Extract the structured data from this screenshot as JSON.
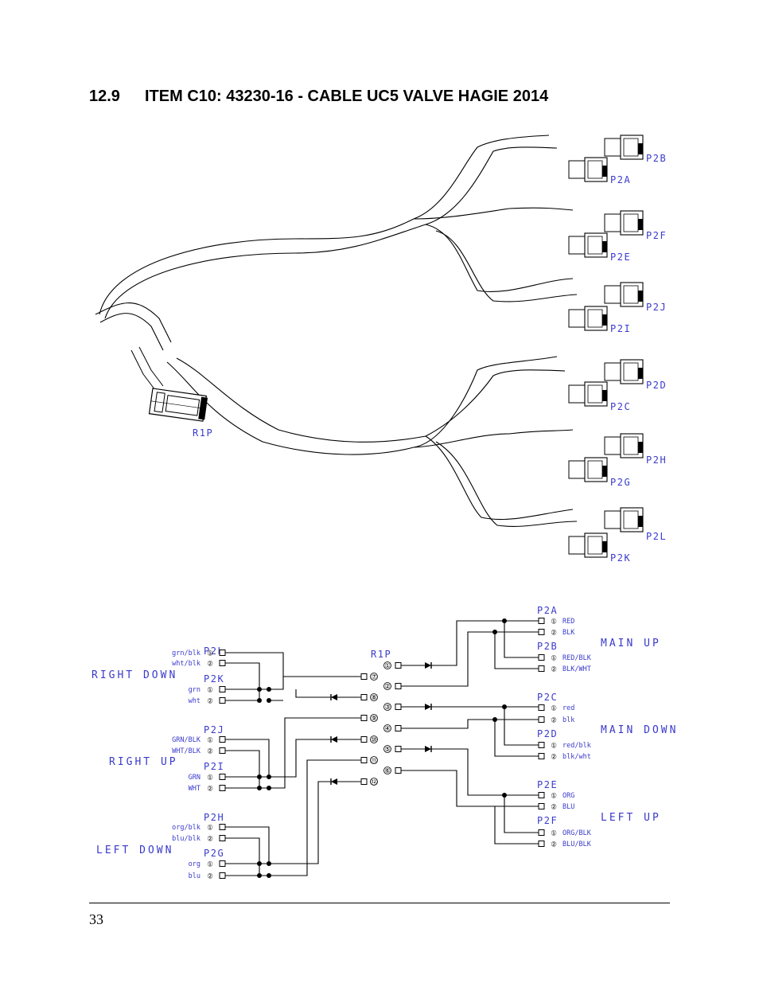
{
  "section": {
    "number": "12.9",
    "title": "ITEM C10:  43230-16 - CABLE UC5 VALVE HAGIE 2014"
  },
  "harness": {
    "main_connector": "R1P",
    "connectors": [
      "P2B",
      "P2A",
      "P2F",
      "P2E",
      "P2J",
      "P2I",
      "P2D",
      "P2C",
      "P2H",
      "P2G",
      "P2L",
      "P2K"
    ]
  },
  "schematic": {
    "main": {
      "label": "R1P",
      "pins": [
        "①",
        "②",
        "③",
        "④",
        "⑤",
        "⑥",
        "⑦",
        "⑧",
        "⑨",
        "⑩",
        "⑪",
        "⑫"
      ]
    },
    "left_groups": [
      {
        "name": "RIGHT DOWN",
        "connectors": [
          {
            "label": "P2L",
            "pins": [
              {
                "num": "①",
                "wire": "grn/blk"
              },
              {
                "num": "②",
                "wire": "wht/blk"
              }
            ]
          },
          {
            "label": "P2K",
            "pins": [
              {
                "num": "①",
                "wire": "grn"
              },
              {
                "num": "②",
                "wire": "wht"
              }
            ]
          }
        ]
      },
      {
        "name": "RIGHT UP",
        "connectors": [
          {
            "label": "P2J",
            "pins": [
              {
                "num": "①",
                "wire": "GRN/BLK"
              },
              {
                "num": "②",
                "wire": "WHT/BLK"
              }
            ]
          },
          {
            "label": "P2I",
            "pins": [
              {
                "num": "①",
                "wire": "GRN"
              },
              {
                "num": "②",
                "wire": "WHT"
              }
            ]
          }
        ]
      },
      {
        "name": "LEFT DOWN",
        "connectors": [
          {
            "label": "P2H",
            "pins": [
              {
                "num": "①",
                "wire": "org/blk"
              },
              {
                "num": "②",
                "wire": "blu/blk"
              }
            ]
          },
          {
            "label": "P2G",
            "pins": [
              {
                "num": "①",
                "wire": "org"
              },
              {
                "num": "②",
                "wire": "blu"
              }
            ]
          }
        ]
      }
    ],
    "right_groups": [
      {
        "name": "MAIN UP",
        "connectors": [
          {
            "label": "P2A",
            "pins": [
              {
                "num": "①",
                "wire": "RED"
              },
              {
                "num": "②",
                "wire": "BLK"
              }
            ]
          },
          {
            "label": "P2B",
            "pins": [
              {
                "num": "①",
                "wire": "RED/BLK"
              },
              {
                "num": "②",
                "wire": "BLK/WHT"
              }
            ]
          }
        ]
      },
      {
        "name": "MAIN DOWN",
        "connectors": [
          {
            "label": "P2C",
            "pins": [
              {
                "num": "①",
                "wire": "red"
              },
              {
                "num": "②",
                "wire": "blk"
              }
            ]
          },
          {
            "label": "P2D",
            "pins": [
              {
                "num": "①",
                "wire": "red/blk"
              },
              {
                "num": "②",
                "wire": "blk/wht"
              }
            ]
          }
        ]
      },
      {
        "name": "LEFT UP",
        "connectors": [
          {
            "label": "P2E",
            "pins": [
              {
                "num": "①",
                "wire": "ORG"
              },
              {
                "num": "②",
                "wire": "BLU"
              }
            ]
          },
          {
            "label": "P2F",
            "pins": [
              {
                "num": "①",
                "wire": "ORG/BLK"
              },
              {
                "num": "②",
                "wire": "BLU/BLK"
              }
            ]
          }
        ]
      }
    ]
  },
  "footer": {
    "page_number": "33"
  }
}
